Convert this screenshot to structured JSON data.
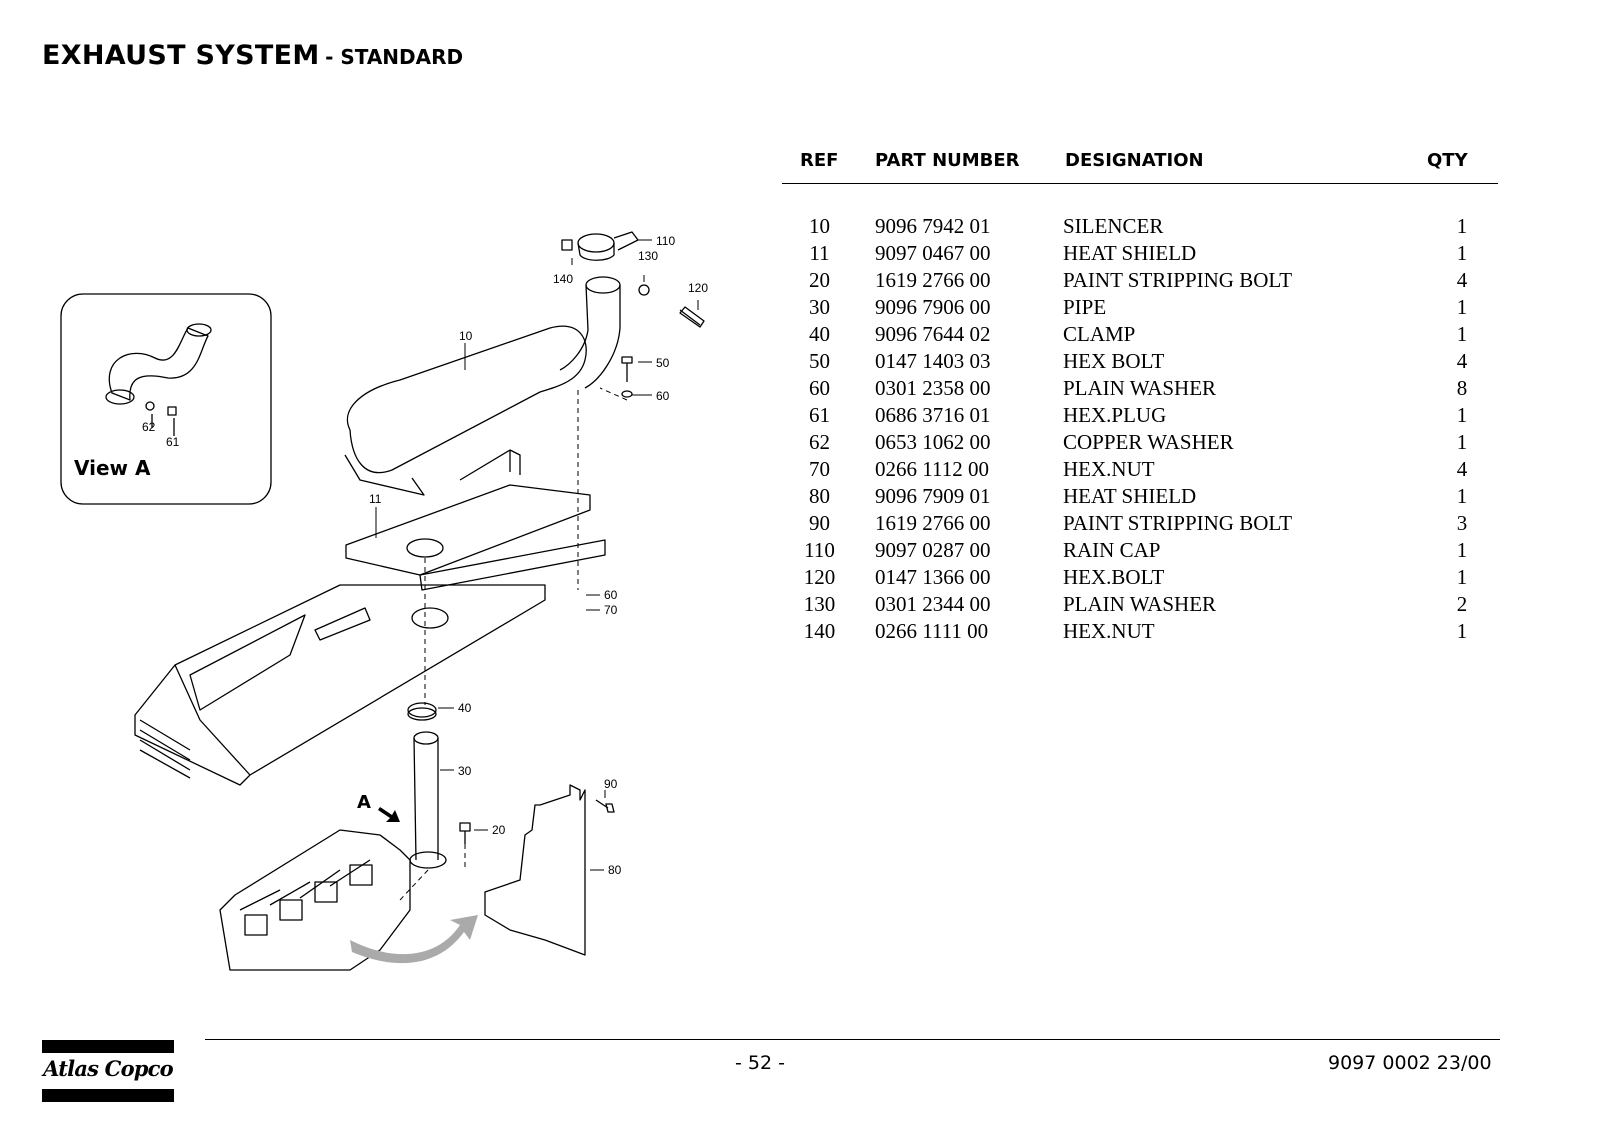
{
  "title": {
    "main": "EXHAUST SYSTEM",
    "sub": "- STANDARD"
  },
  "table": {
    "headers": {
      "ref": "REF",
      "part_number": "PART NUMBER",
      "designation": "DESIGNATION",
      "qty": "QTY"
    },
    "rows": [
      {
        "ref": "10",
        "part_number": "9096 7942 01",
        "designation": "SILENCER",
        "qty": "1"
      },
      {
        "ref": "11",
        "part_number": "9097 0467 00",
        "designation": "HEAT SHIELD",
        "qty": "1"
      },
      {
        "ref": "20",
        "part_number": "1619 2766 00",
        "designation": "PAINT STRIPPING BOLT",
        "qty": "4"
      },
      {
        "ref": "30",
        "part_number": "9096 7906 00",
        "designation": "PIPE",
        "qty": "1"
      },
      {
        "ref": "40",
        "part_number": "9096 7644 02",
        "designation": "CLAMP",
        "qty": "1"
      },
      {
        "ref": "50",
        "part_number": "0147 1403 03",
        "designation": "HEX BOLT",
        "qty": "4"
      },
      {
        "ref": "60",
        "part_number": "0301 2358 00",
        "designation": "PLAIN WASHER",
        "qty": "8"
      },
      {
        "ref": "61",
        "part_number": "0686 3716 01",
        "designation": "HEX.PLUG",
        "qty": "1"
      },
      {
        "ref": "62",
        "part_number": "0653 1062 00",
        "designation": "COPPER WASHER",
        "qty": "1"
      },
      {
        "ref": "70",
        "part_number": "0266 1112 00",
        "designation": "HEX.NUT",
        "qty": "4"
      },
      {
        "ref": "80",
        "part_number": "9096 7909 01",
        "designation": "HEAT SHIELD",
        "qty": "1"
      },
      {
        "ref": "90",
        "part_number": "1619 2766 00",
        "designation": "PAINT STRIPPING BOLT",
        "qty": "3"
      },
      {
        "ref": "110",
        "part_number": "9097 0287 00",
        "designation": "RAIN CAP",
        "qty": "1"
      },
      {
        "ref": "120",
        "part_number": "0147 1366 00",
        "designation": "HEX.BOLT",
        "qty": "1"
      },
      {
        "ref": "130",
        "part_number": "0301 2344 00",
        "designation": "PLAIN WASHER",
        "qty": "2"
      },
      {
        "ref": "140",
        "part_number": "0266 1111 00",
        "designation": "HEX.NUT",
        "qty": "1"
      }
    ]
  },
  "diagram": {
    "view_label": "View A",
    "arrow_label": "A",
    "callouts": {
      "c10": "10",
      "c11": "11",
      "c20": "20",
      "c30": "30",
      "c40": "40",
      "c50": "50",
      "c60a": "60",
      "c60b": "60",
      "c61": "61",
      "c62": "62",
      "c70": "70",
      "c80": "80",
      "c90": "90",
      "c110": "110",
      "c120": "120",
      "c130": "130",
      "c140": "140"
    }
  },
  "footer": {
    "brand": "Atlas Copco",
    "page": "- 52 -",
    "doc_number": "9097 0002 23/00"
  }
}
